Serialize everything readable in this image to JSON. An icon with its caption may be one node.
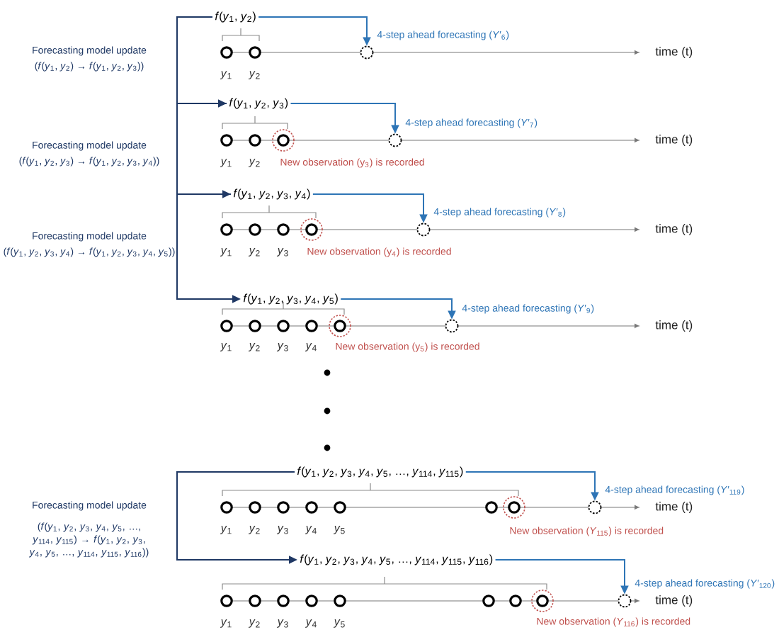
{
  "diagram": {
    "nodes": [
      {
        "text": [
          "*f*(*y*$_{1}$, *y*$_{2}$)"
        ]
      },
      {
        "text": [],
        "shape": "circle",
        "beside": [
          "4-step ahead forecasting (*Y*′$_{6}$)"
        ]
      },
      {
        "text": [
          "*f*(*y*$_{1}$, *y*$_{2}$, *y*$_{3}$)"
        ]
      },
      {
        "text": [],
        "shape": "circle",
        "beside": [
          "4-step ahead forecasting (*Y*′$_{7}$)"
        ]
      },
      {
        "text": [
          "*f*(*y*$_{1}$, *y*$_{2}$, *y*$_{3}$, *y*$_{4}$)"
        ]
      },
      {
        "text": [],
        "shape": "circle",
        "beside": [
          "4-step ahead forecasting (*Y*′$_{8}$)"
        ]
      },
      {
        "text": [
          "*f*(*y*$_{1}$, *y*$_{2}$, *y*$_{3}$, *y*$_{4}$, *y*$_{5}$)"
        ]
      },
      {
        "text": [],
        "shape": "circle",
        "beside": [
          "4-step ahead forecasting (*Y*′$_{9}$)"
        ]
      },
      {
        "text": [
          "*f*(*y*$_{1}$, *y*$_{2}$, *y*$_{3}$, *y*$_{4}$, *y*$_{5}$, …, *y*$_{114}$, *y*$_{115}$)"
        ]
      },
      {
        "text": [],
        "shape": "circle",
        "beside": [
          "4-step ahead forecasting (*Y*′$_{119}$)"
        ]
      },
      {
        "text": [
          "*f*(*y*$_{1}$, *y*$_{2}$, *y*$_{3}$, *y*$_{4}$, *y*$_{5}$, …, *y*$_{114}$, *y*$_{115}$, *y*$_{116}$)"
        ]
      },
      {
        "text": [],
        "shape": "circle",
        "beside": [
          "4-step ahead forecasting (*Y*′$_{120}$)"
        ]
      }
    ],
    "edges": [
      {
        "from": 0,
        "to": 1,
        "arrow": "to"
      },
      {
        "from": 0,
        "to": 2,
        "arrow": "to",
        "color": "#1f3864"
      },
      {
        "from": 2,
        "to": 3,
        "arrow": "to"
      },
      {
        "from": 2,
        "to": 4,
        "arrow": "to",
        "color": "#1f3864"
      },
      {
        "from": 4,
        "to": 5,
        "arrow": "to"
      },
      {
        "from": 4,
        "to": 6,
        "arrow": "to",
        "color": "#1f3864"
      },
      {
        "from": 6,
        "to": 7,
        "arrow": "to"
      },
      {
        "from": 8,
        "to": 9,
        "arrow": "to"
      },
      {
        "from": 8,
        "to": 10,
        "arrow": "to",
        "color": "#1f3864"
      },
      {
        "from": 10,
        "to": 11,
        "arrow": "to"
      }
    ],
    "labels": [
      "Forecasting model update",
      "(*f*(*y*$_{1}$, *y*$_{2}$) → *f*(*y*$_{1}$, *y*$_{2}$, *y*$_{3}$))",
      "*y*$_{1}$",
      "*y*$_{2}$",
      "time (t)",
      "Forecasting model update",
      "(*f*(*y*$_{1}$, *y*$_{2}$, *y*$_{3}$) → *f*(*y*$_{1}$, *y*$_{2}$, *y*$_{3}$, *y*$_{4}$))",
      "*y*$_{1}$",
      "*y*$_{2}$",
      "New observation (y$_{3}$) is recorded",
      "time (t)",
      "Forecasting model update",
      "(*f*(*y*$_{1}$, *y*$_{2}$, *y*$_{3}$, *y*$_{4}$) → *f*(*y*$_{1}$, *y*$_{2}$, *y*$_{3}$, *y*$_{4}$, *y*$_{5}$))",
      "*y*$_{1}$",
      "*y*$_{2}$",
      "*y*$_{3}$",
      "New observation (y$_{4}$) is recorded",
      "time (t)",
      "*y*$_{1}$",
      "*y*$_{2}$",
      "*y*$_{3}$",
      "*y*$_{4}$",
      "New observation (y$_{5}$) is recorded",
      "time (t)",
      "Forecasting model update",
      "(*f*(*y*$_{1}$, *y*$_{2}$, *y*$_{3}$, *y*$_{4}$, *y*$_{5}$, …, *y*$_{114}$, *y*$_{115}$) → *f*(*y*$_{1}$, *y*$_{2}$, *y*$_{3}$, *y*$_{4}$, *y*$_{5}$, …, *y*$_{114}$, *y*$_{115}$, *y*$_{116}$))",
      "*y*$_{1}$",
      "*y*$_{2}$",
      "*y*$_{3}$",
      "*y*$_{4}$",
      "*y*$_{5}$",
      "New observation (*Y*$_{115}$) is recorded",
      "time (t)",
      "*y*$_{1}$",
      "*y*$_{2}$",
      "*y*$_{3}$",
      "*y*$_{4}$",
      "*y*$_{5}$",
      "New observation (*Y*$_{116}$) is recorded",
      "time (t)"
    ]
  }
}
